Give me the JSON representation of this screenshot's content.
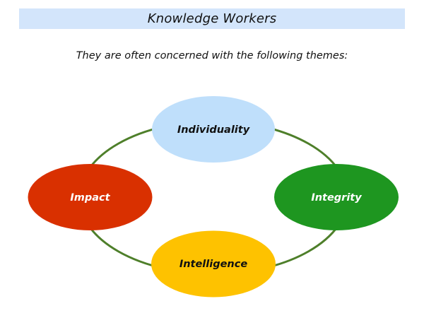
{
  "header": {
    "title": "Knowledge Workers",
    "title_bar_color": "#d3e5fb"
  },
  "subtitle": "They are often concerned with the following themes:",
  "diagram": {
    "ring_color": "#4e7f2a",
    "nodes": [
      {
        "label": "Individuality",
        "position": "top",
        "fill": "#bfdffb",
        "text_color": "#111111"
      },
      {
        "label": "Impact",
        "position": "left",
        "fill": "#d93000",
        "text_color": "#ffffff"
      },
      {
        "label": "Integrity",
        "position": "right",
        "fill": "#1e9620",
        "text_color": "#ffffff"
      },
      {
        "label": "Intelligence",
        "position": "bottom",
        "fill": "#fec200",
        "text_color": "#111111"
      }
    ]
  }
}
